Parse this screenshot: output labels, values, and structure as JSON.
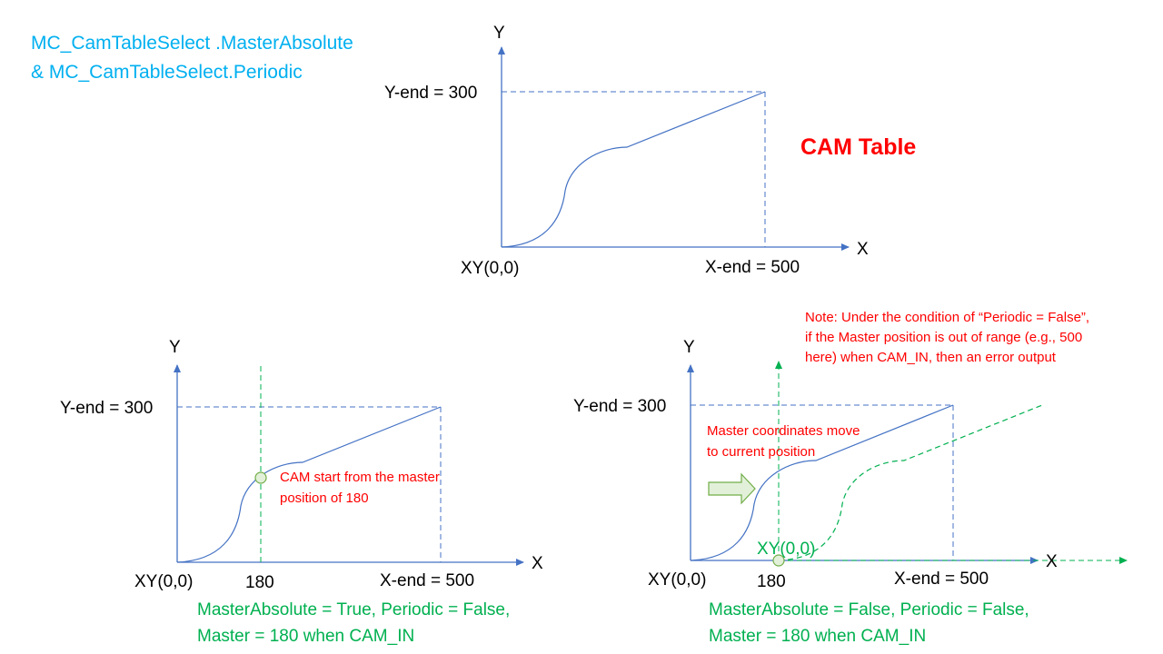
{
  "title": {
    "line1": "MC_CamTableSelect .MasterAbsolute",
    "line2": "& MC_CamTableSelect.Periodic",
    "color": "#00b0f0"
  },
  "colors": {
    "axis": "#4472c4",
    "curve": "#4472c4",
    "guide": "#4472c4",
    "shifted": "#00b050",
    "note": "#ff0000",
    "arrow_fill": "#e2f0d9",
    "marker_fill": "#e2f0d9"
  },
  "top_diagram": {
    "y_axis": "Y",
    "x_axis": "X",
    "origin": "XY(0,0)",
    "y_end": "Y-end = 300",
    "x_end": "X-end = 500",
    "table_label": "CAM Table"
  },
  "left_diagram": {
    "y_axis": "Y",
    "x_axis": "X",
    "origin": "XY(0,0)",
    "y_end": "Y-end = 300",
    "x_end": "X-end = 500",
    "master_tick": "180",
    "note": [
      "CAM start from the master",
      "position of 180"
    ],
    "caption": [
      "MasterAbsolute = True, Periodic = False,",
      "Master = 180 when CAM_IN"
    ]
  },
  "right_diagram": {
    "y_axis": "Y",
    "x_axis": "X",
    "origin": "XY(0,0)",
    "shifted_origin": "XY(0,0)",
    "y_end": "Y-end = 300",
    "x_end": "X-end = 500",
    "master_tick": "180",
    "move_note": [
      "Master coordinates move",
      "to current position"
    ],
    "periodic_note": [
      "Note: Under the condition of “Periodic = False”,",
      "if the Master position is out of range (e.g., 500",
      "here) when CAM_IN, then an error output"
    ],
    "caption": [
      "MasterAbsolute = False, Periodic = False,",
      "Master = 180 when CAM_IN"
    ]
  }
}
